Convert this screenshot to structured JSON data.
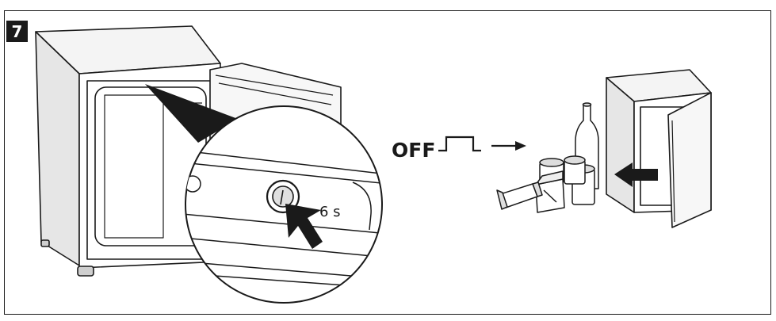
{
  "step": {
    "number": "7"
  },
  "callout": {
    "hold_time": "6 s"
  },
  "mode": {
    "label": "OFF"
  },
  "colors": {
    "ink": "#1a1a1a",
    "fill_light": "#eeeeee",
    "fill_mid": "#cfcfcf",
    "background": "#ffffff"
  },
  "icons": [
    "fridge-open",
    "zoom-callout",
    "power-button",
    "press-arrow",
    "off-symbol",
    "right-arrow",
    "groceries",
    "insert-arrow"
  ]
}
